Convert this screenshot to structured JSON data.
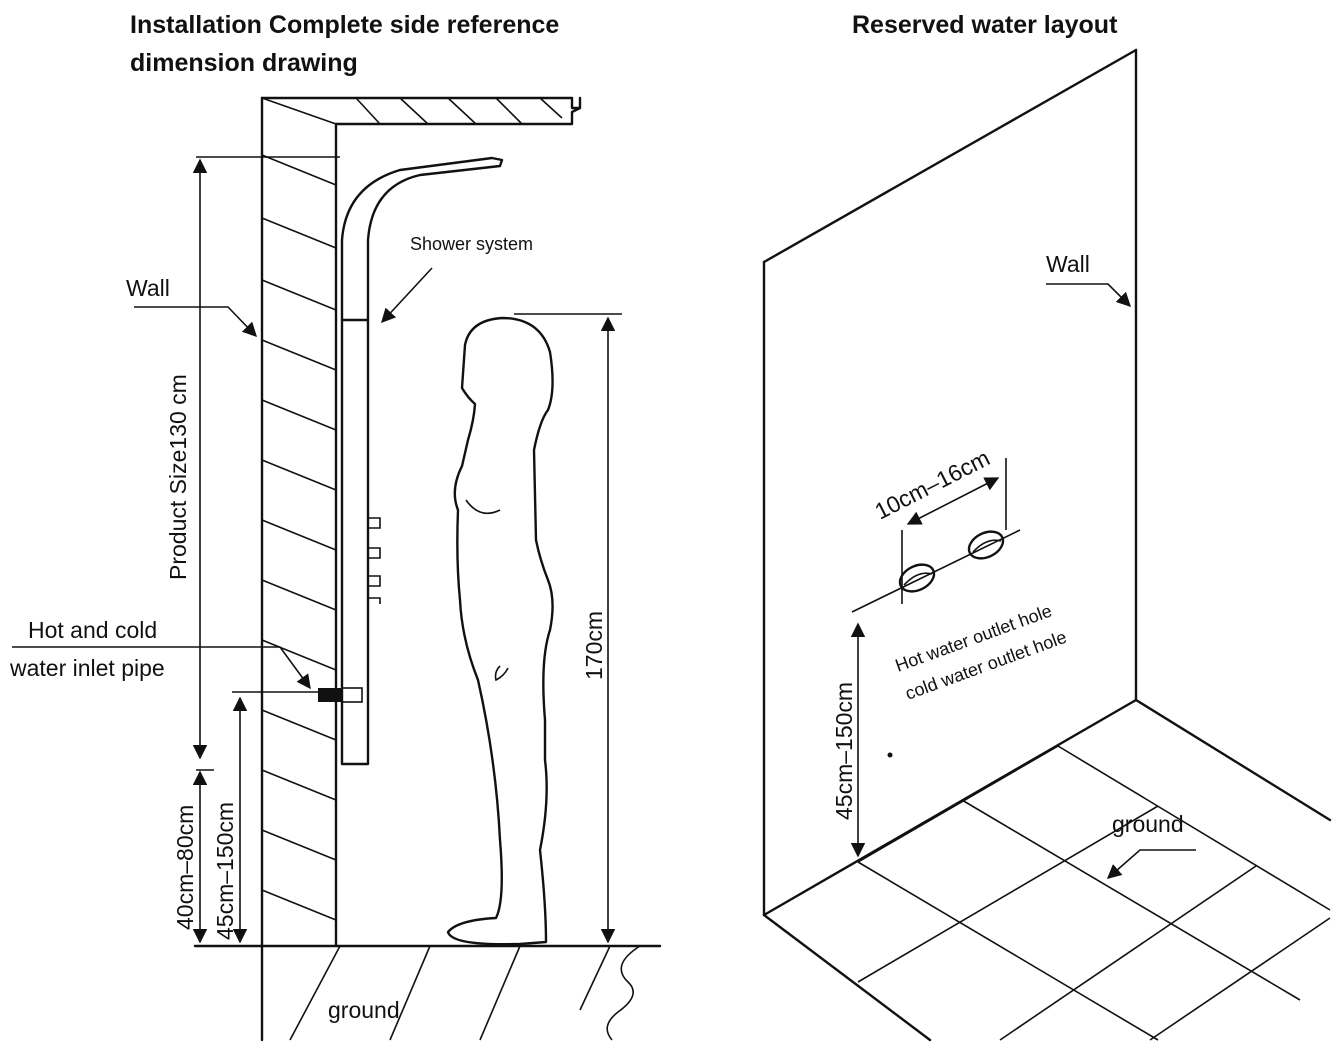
{
  "left_panel": {
    "title_line1": "Installation Complete side reference",
    "title_line2": "dimension drawing",
    "wall_label": "Wall",
    "shower_label": "Shower system",
    "product_size_label": "Product Size130 cm",
    "inlet_label_line1": "Hot and cold",
    "inlet_label_line2": "water inlet pipe",
    "height_label": "170cm",
    "dim_40_80": "40cm–80cm",
    "dim_45_150": "45cm–150cm",
    "ground_label": "ground"
  },
  "right_panel": {
    "title": "Reserved water layout",
    "wall_label": "Wall",
    "spacing_label": "10cm–16cm",
    "hot_hole_label": "Hot water outlet hole",
    "cold_hole_label": "cold water outlet hole",
    "height_label": "45cm–150cm",
    "ground_label": "ground"
  },
  "colors": {
    "line": "#111111",
    "background": "#ffffff"
  }
}
